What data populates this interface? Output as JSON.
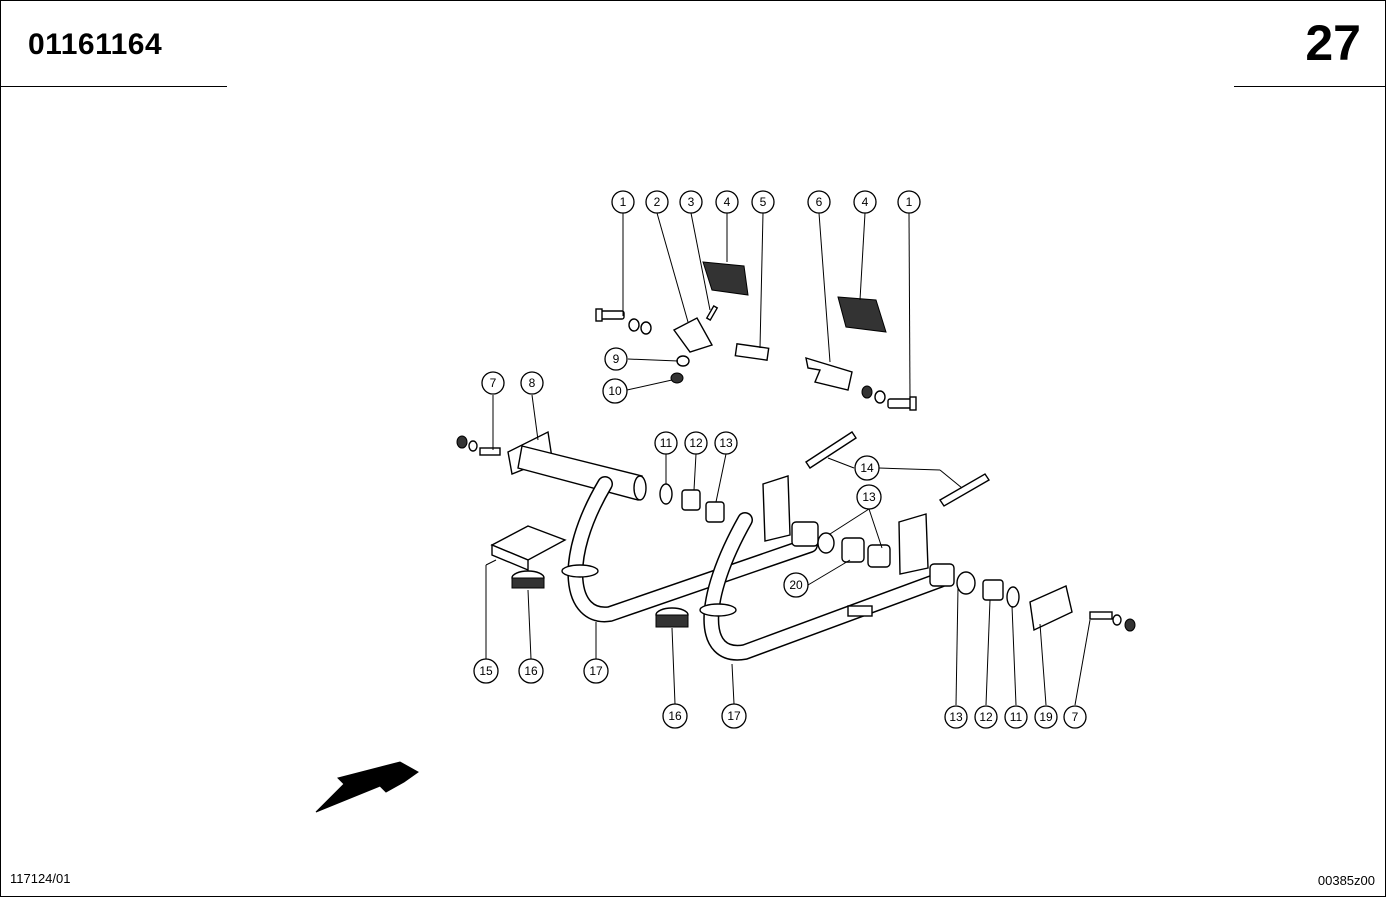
{
  "header": {
    "doc_number": "01161164",
    "page_number": "27"
  },
  "footer": {
    "drawing_ref": "117124/01",
    "drawing_code": "00385z00"
  },
  "callouts": [
    "1",
    "2",
    "3",
    "4",
    "5",
    "6",
    "4",
    "1",
    "7",
    "8",
    "9",
    "10",
    "11",
    "12",
    "13",
    "14",
    "13",
    "20",
    "15",
    "16",
    "17",
    "16",
    "17",
    "13",
    "12",
    "11",
    "19",
    "7"
  ],
  "icons": {
    "direction_arrow": "arrow-down-left-icon"
  }
}
